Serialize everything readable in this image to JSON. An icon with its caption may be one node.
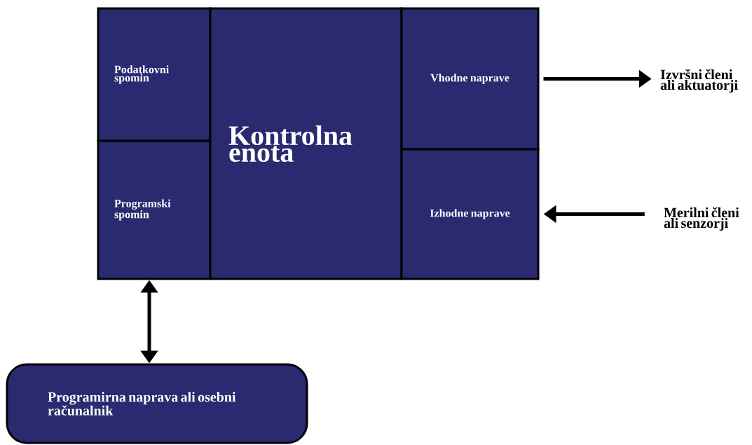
{
  "diagram": {
    "nodes": [
      {
        "text": [
          "Podatkovni spomin"
        ]
      },
      {
        "text": [
          "Programski spomin"
        ]
      },
      {
        "text": [
          "Kontrolna enota"
        ]
      },
      {
        "text": [
          "Vhodne naprave"
        ]
      },
      {
        "text": [
          "Izhodne naprave"
        ]
      },
      {
        "text": [
          "Izvršni členi ali aktuatorji"
        ]
      },
      {
        "text": [
          "Merilni členi ali senzorji"
        ]
      },
      {
        "text": [
          "Programirna naprava ali osebni računalnik"
        ]
      }
    ],
    "edges": [
      {
        "from": 3,
        "to": 5,
        "arrow": "to"
      },
      {
        "from": 6,
        "to": 4,
        "arrow": "to"
      },
      {
        "from": 1,
        "to": 7,
        "arrow": "both"
      }
    ]
  }
}
